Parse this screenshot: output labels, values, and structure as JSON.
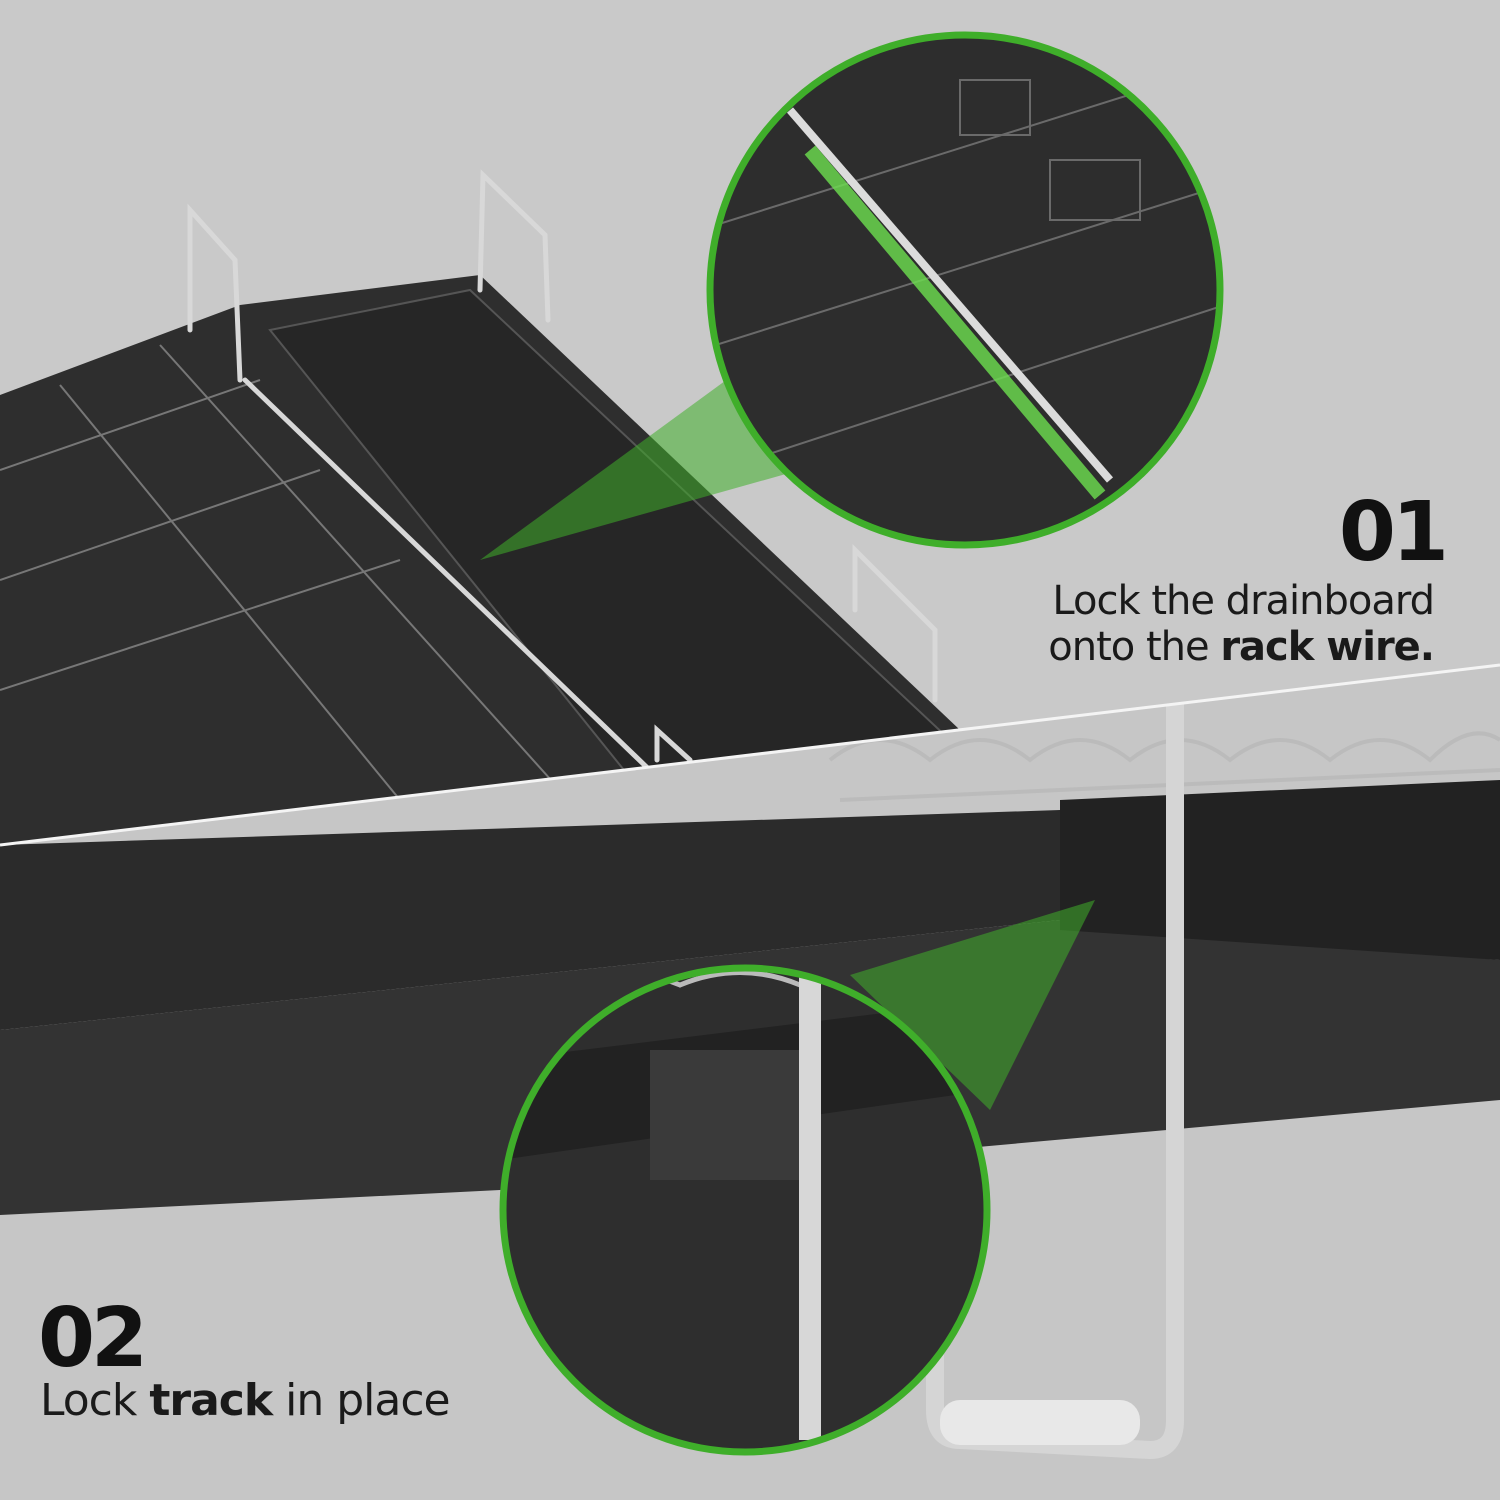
{
  "steps": [
    {
      "number": "01",
      "caption_line1": "Lock the drainboard",
      "caption_line2_prefix": "onto the",
      "caption_line2_bold": "rack wire."
    },
    {
      "number": "02",
      "caption_prefix": "Lock",
      "caption_bold": "track",
      "caption_suffix": "in place"
    }
  ],
  "colors": {
    "background": "#c9c9c9",
    "accent_green": "#3fae2a",
    "tray": "#2c2c2c"
  }
}
